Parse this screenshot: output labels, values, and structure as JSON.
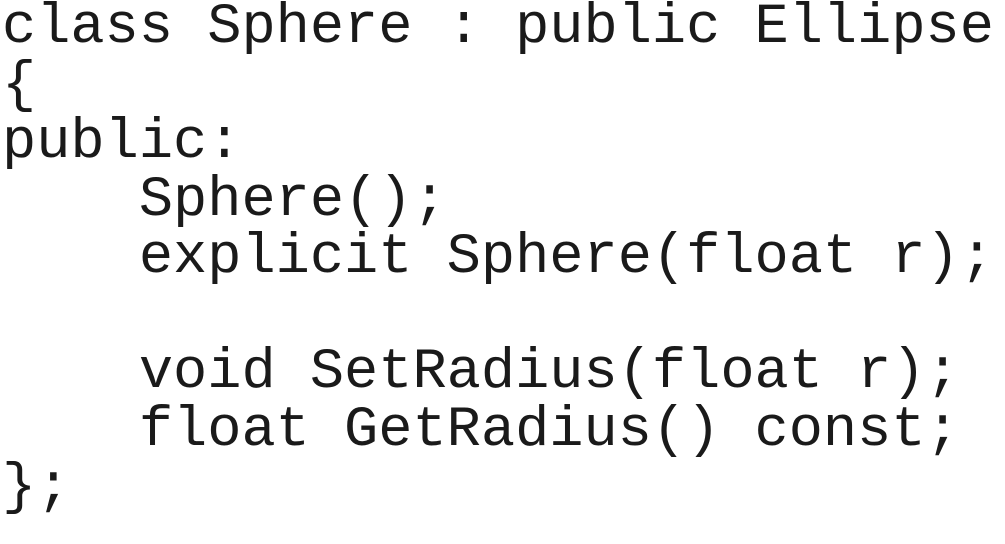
{
  "document": {
    "language": "C++",
    "lines": [
      "class Sphere : public Ellipse",
      "{",
      "public:",
      "    Sphere();",
      "    explicit Sphere(float r);",
      "",
      "    void SetRadius(float r);",
      "    float GetRadius() const;",
      "};"
    ]
  },
  "colors": {
    "text": "#1a1a1a",
    "background": "#ffffff"
  }
}
